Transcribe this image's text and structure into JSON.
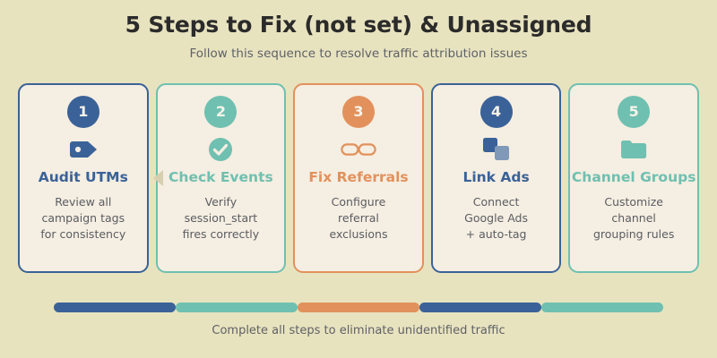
{
  "header": {
    "title": "5 Steps to Fix (not set) & Unassigned",
    "subtitle": "Follow this sequence to resolve traffic attribution issues"
  },
  "colors": {
    "background": "#e8e3bf",
    "card_fill": "#f5eee2",
    "blue": "#3a6298",
    "teal": "#6fc0b0",
    "orange": "#e2915c",
    "blue_light": "#8099b8",
    "connector": "#d6cfb0",
    "body_text": "#5a5d62",
    "title_text": "#2b2b2b"
  },
  "steps": [
    {
      "number": "1",
      "title": "Audit UTMs",
      "description": "Review all\ncampaign tags\nfor consistency",
      "icon": "tag-icon",
      "accent": "blue"
    },
    {
      "number": "2",
      "title": "Check Events",
      "description": "Verify\nsession_start\nfires correctly",
      "icon": "check-circle-icon",
      "accent": "teal"
    },
    {
      "number": "3",
      "title": "Fix Referrals",
      "description": "Configure\nreferral\nexclusions",
      "icon": "link-icon",
      "accent": "orange"
    },
    {
      "number": "4",
      "title": "Link Ads",
      "description": "Connect\nGoogle Ads\n+ auto-tag",
      "icon": "squares-icon",
      "accent": "blue"
    },
    {
      "number": "5",
      "title": "Channel Groups",
      "description": "Customize\nchannel\ngrouping rules",
      "icon": "folder-icon",
      "accent": "teal"
    }
  ],
  "progress": {
    "segments": [
      {
        "accent": "blue"
      },
      {
        "accent": "teal"
      },
      {
        "accent": "orange"
      },
      {
        "accent": "blue"
      },
      {
        "accent": "teal"
      }
    ],
    "note": "Complete all steps to eliminate unidentified traffic"
  },
  "connector": {
    "name": "step-flow-arrow"
  }
}
